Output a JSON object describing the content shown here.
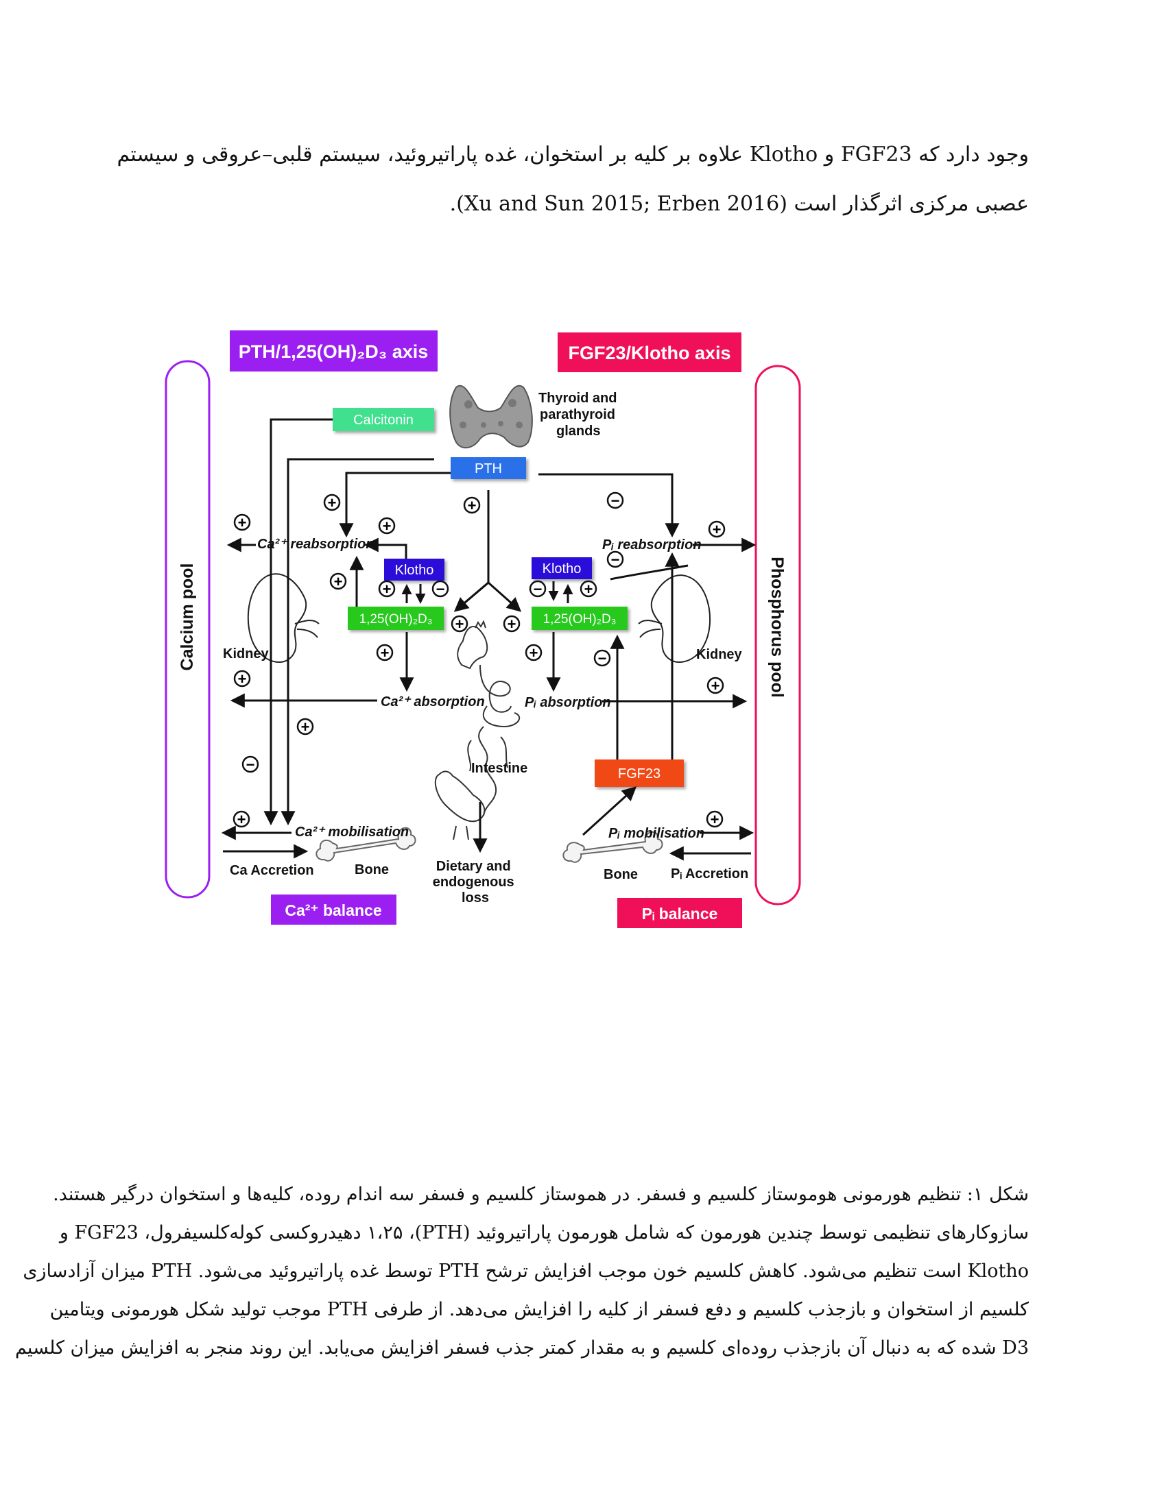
{
  "intro": {
    "lines": [
      "وجود دارد که FGF23 و Klotho علاوه بر کلیه بر استخوان، غده پاراتیروئید، سیستم قلبی–عروقی و سیستم",
      "عصبی مرکزی اثرگذار است (Xu and Sun 2015; Erben 2016)."
    ]
  },
  "figure": {
    "axis_left_title": "PTH/1,25(OH)₂D₃ axis",
    "axis_right_title": "FGF23/Klotho axis",
    "calcium_pool": "Calcium pool",
    "phosphorus_pool": "Phosphorus pool",
    "calcitonin": "Calcitonin",
    "thyroid_label": [
      "Thyroid and",
      "parathyroid",
      "glands"
    ],
    "pth": "PTH",
    "klotho_left": "Klotho",
    "klotho_right": "Klotho",
    "vitd_left": "1,25(OH)₂D₃",
    "vitd_right": "1,25(OH)₂D₃",
    "ca_reabsorption": "Ca²⁺ reabsorption",
    "pi_reabsorption": "Pᵢ reabsorption",
    "ca_absorption": "Ca²⁺ absorption",
    "pi_absorption": "Pᵢ absorption",
    "kidney_left": "Kidney",
    "kidney_right": "Kidney",
    "intestine": "Intestine",
    "fgf23": "FGF23",
    "ca_mobilisation": "Ca²⁺ mobilisation",
    "pi_mobilisation": "Pᵢ mobilisation",
    "ca_accretion": "Ca  Accretion",
    "pi_accretion": "Pᵢ Accretion",
    "bone_left": "Bone",
    "bone_right": "Bone",
    "dietary_loss": [
      "Dietary and",
      "endogenous",
      "loss"
    ],
    "ca_balance": "Ca²⁺ balance",
    "pi_balance": "Pᵢ balance",
    "plus": "+",
    "minus": "−",
    "colors": {
      "purple": "#9b1ff0",
      "pink": "#f0105a",
      "calcitonin": "#40e08e",
      "pth": "#2a6fe8",
      "klotho": "#2a10d8",
      "vitd": "#27c91c",
      "fgf23": "#f04a12"
    }
  },
  "caption": {
    "lines": [
      "شکل ۱: تنظیم هورمونی هوموستاز کلسیم و فسفر. در هموستاز کلسیم و فسفر سه اندام روده، کلیه‌ها و استخوان درگیر هستند.",
      "سازوکارهای تنظیمی توسط چندین هورمون که شامل هورمون پاراتیروئید (PTH)، ۱،۲۵ دهیدروکسی کوله‌کلسیفرول، FGF23 و",
      "Klotho است تنظیم می‌شود. کاهش کلسیم خون موجب افزایش ترشح PTH توسط غده پاراتیروئید می‌شود. PTH میزان آزادسازی",
      "کلسیم از استخوان و بازجذب کلسیم و دفع فسفر از کلیه را افزایش می‌دهد. از طرفی PTH موجب تولید شکل هورمونی ویتامین",
      "D3 شده که به دنبال آن بازجذب روده‌ای کلسیم و به مقدار کمتر جذب فسفر افزایش می‌یابد. این روند منجر به افزایش میزان کلسیم"
    ]
  }
}
